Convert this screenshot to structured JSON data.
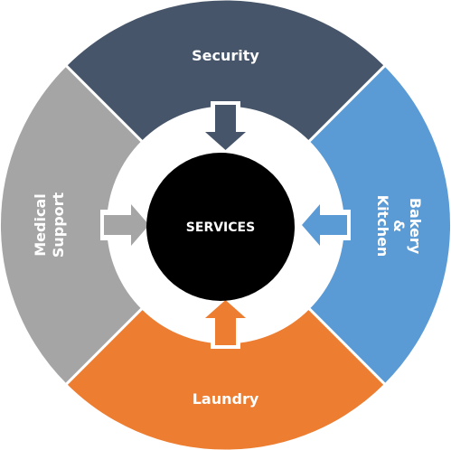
{
  "center": {
    "label": "SERVICES",
    "color": "#000000"
  },
  "segments": {
    "top": {
      "label": "Security",
      "color": "#465569"
    },
    "right": {
      "line1": "Bakery",
      "line2": "&",
      "line3": "Kitchen",
      "color": "#5b9bd5"
    },
    "bottom": {
      "label": "Laundry",
      "color": "#ed7d31"
    },
    "left": {
      "line1": "Medical",
      "line2": "Support",
      "color": "#a5a5a5"
    }
  }
}
